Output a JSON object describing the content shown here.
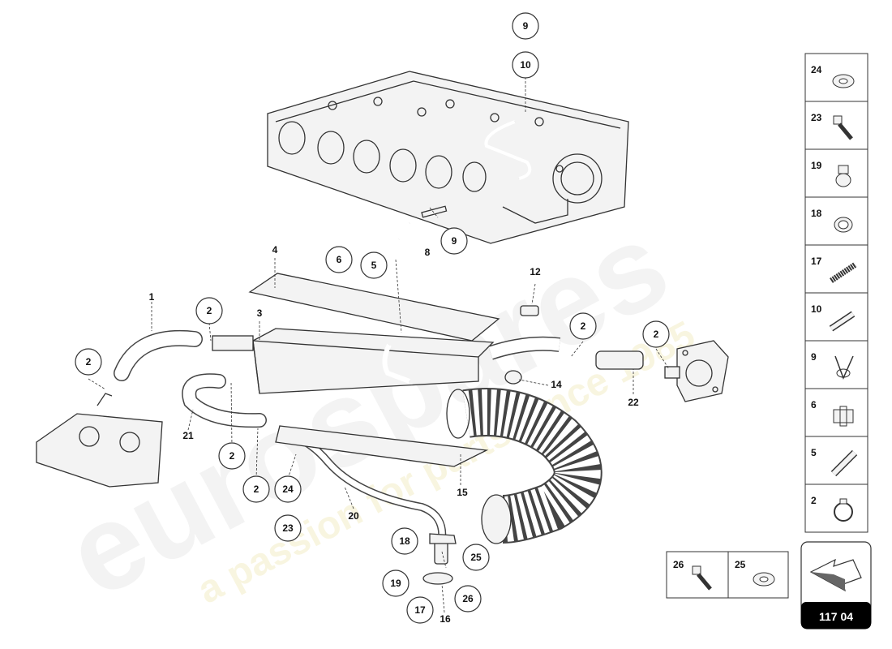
{
  "watermark": {
    "brand": "eurospares",
    "tagline": "a passion for parts since 1985"
  },
  "callouts": [
    {
      "label": "9"
    },
    {
      "label": "10"
    },
    {
      "label": "6"
    },
    {
      "label": "5"
    },
    {
      "label": "9"
    },
    {
      "label": "2"
    },
    {
      "label": "2"
    },
    {
      "label": "2"
    },
    {
      "label": "2"
    },
    {
      "label": "2"
    },
    {
      "label": "2"
    },
    {
      "label": "24"
    },
    {
      "label": "23"
    },
    {
      "label": "18"
    },
    {
      "label": "19"
    },
    {
      "label": "17"
    },
    {
      "label": "25"
    },
    {
      "label": "26"
    }
  ],
  "plain_labels": [
    {
      "label": "1"
    },
    {
      "label": "3"
    },
    {
      "label": "4"
    },
    {
      "label": "8"
    },
    {
      "label": "12"
    },
    {
      "label": "14"
    },
    {
      "label": "21"
    },
    {
      "label": "22"
    },
    {
      "label": "15"
    },
    {
      "label": "20"
    },
    {
      "label": "16"
    }
  ],
  "side_panel": [
    {
      "num": "24",
      "icon": "washer-icon"
    },
    {
      "num": "23",
      "icon": "bolt-icon"
    },
    {
      "num": "19",
      "icon": "nipple-icon"
    },
    {
      "num": "18",
      "icon": "ring-icon"
    },
    {
      "num": "17",
      "icon": "stud-icon"
    },
    {
      "num": "10",
      "icon": "hose-icon"
    },
    {
      "num": "9",
      "icon": "clip-icon"
    },
    {
      "num": "6",
      "icon": "clamp-icon"
    },
    {
      "num": "5",
      "icon": "elbow-icon"
    },
    {
      "num": "2",
      "icon": "hose-clamp-icon"
    }
  ],
  "bottom_box": [
    {
      "num": "26",
      "icon": "bolt-icon"
    },
    {
      "num": "25",
      "icon": "washer-icon"
    }
  ],
  "page_code": "117 04"
}
